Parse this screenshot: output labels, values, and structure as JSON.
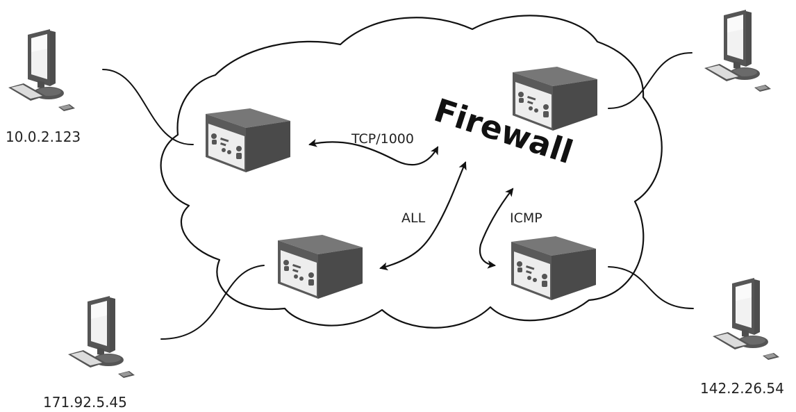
{
  "nodes": {
    "top_left_ip": "10.0.2.123",
    "bottom_left_ip": "171.92.5.45",
    "bottom_right_ip": "142.2.26.54"
  },
  "connections": {
    "tcp_label": "TCP/1000",
    "all_label": "ALL",
    "icmp_label": "ICMP"
  },
  "cloud": {
    "firewall_label": "Firewall"
  },
  "colors": {
    "device_body": "#6a6a6a",
    "device_face": "#ededed",
    "device_mark": "#555555",
    "line": "#111111",
    "text": "#222222"
  },
  "icons": {
    "computer": "desktop-computer-icon",
    "router": "router-icon"
  }
}
